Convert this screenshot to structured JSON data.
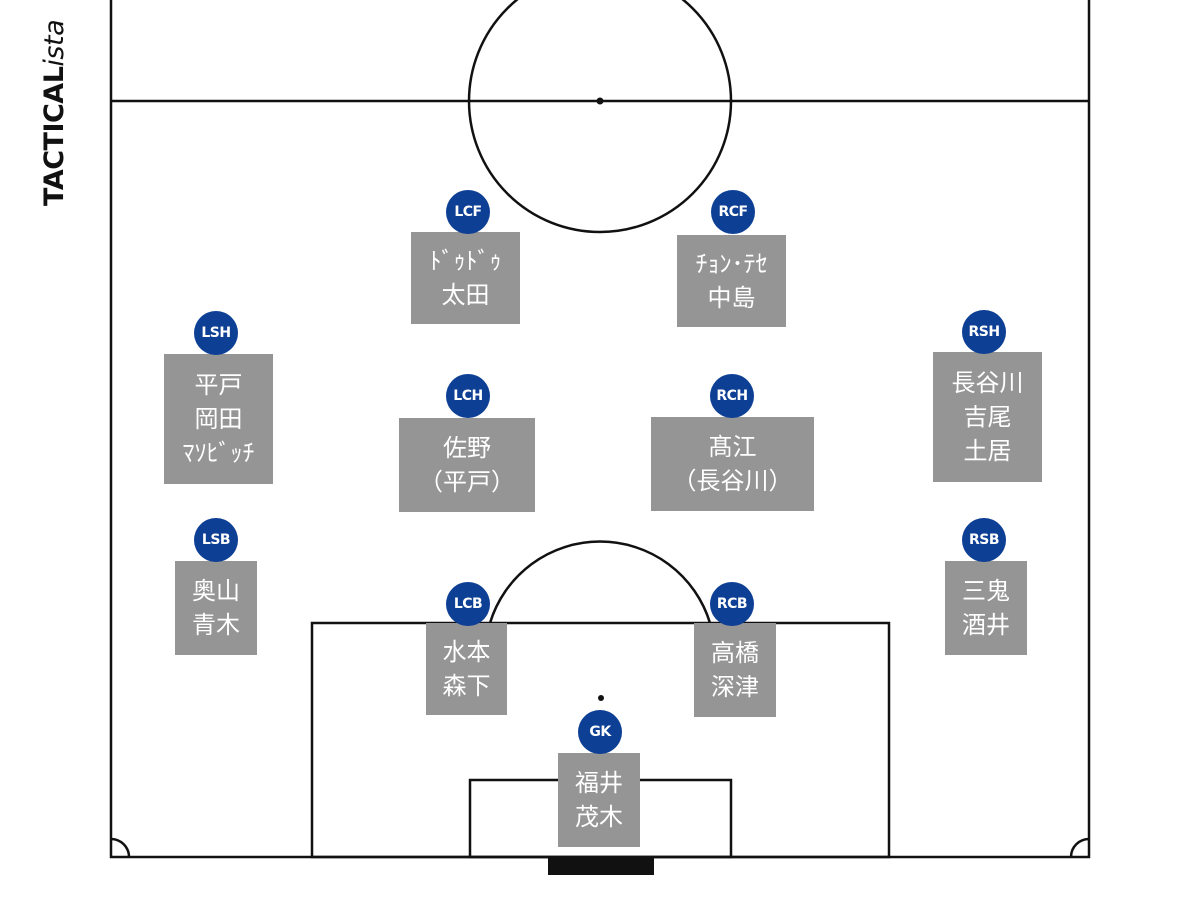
{
  "brand": {
    "part1": "TACTICAL",
    "part2": "ista"
  },
  "colors": {
    "badge": "#0d3f94",
    "box": "#959595",
    "line": "#111111"
  },
  "players": [
    {
      "id": "lcf",
      "position": "LCF",
      "names": [
        "ﾄﾞｩﾄﾞｩ",
        "太田"
      ]
    },
    {
      "id": "rcf",
      "position": "RCF",
      "names": [
        "ﾁｮﾝ･ﾃｾ",
        "中島"
      ]
    },
    {
      "id": "lsh",
      "position": "LSH",
      "names": [
        "平戸",
        "岡田",
        "ﾏｿﾋﾞｯﾁ"
      ]
    },
    {
      "id": "lch",
      "position": "LCH",
      "names": [
        "佐野",
        "（平戸）"
      ]
    },
    {
      "id": "rch",
      "position": "RCH",
      "names": [
        "髙江",
        "（長谷川）"
      ]
    },
    {
      "id": "rsh",
      "position": "RSH",
      "names": [
        "長谷川",
        "吉尾",
        "土居"
      ]
    },
    {
      "id": "lsb",
      "position": "LSB",
      "names": [
        "奥山",
        "青木"
      ]
    },
    {
      "id": "rsb",
      "position": "RSB",
      "names": [
        "三鬼",
        "酒井"
      ]
    },
    {
      "id": "lcb",
      "position": "LCB",
      "names": [
        "水本",
        "森下"
      ]
    },
    {
      "id": "rcb",
      "position": "RCB",
      "names": [
        "高橋",
        "深津"
      ]
    },
    {
      "id": "gk",
      "position": "GK",
      "names": [
        "福井",
        "茂木"
      ]
    }
  ]
}
